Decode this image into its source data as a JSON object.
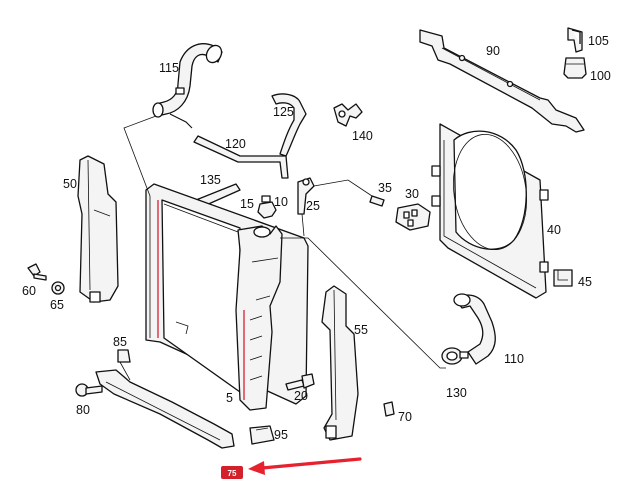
{
  "parts": [
    {
      "id": "p115",
      "label": "115"
    },
    {
      "id": "p125",
      "label": "125"
    },
    {
      "id": "p120",
      "label": "120"
    },
    {
      "id": "p140",
      "label": "140"
    },
    {
      "id": "p90",
      "label": "90"
    },
    {
      "id": "p105",
      "label": "105"
    },
    {
      "id": "p100",
      "label": "100"
    },
    {
      "id": "p135",
      "label": "135"
    },
    {
      "id": "p15",
      "label": "15"
    },
    {
      "id": "p10",
      "label": "10"
    },
    {
      "id": "p25",
      "label": "25"
    },
    {
      "id": "p35",
      "label": "35"
    },
    {
      "id": "p30",
      "label": "30"
    },
    {
      "id": "p50",
      "label": "50"
    },
    {
      "id": "p40",
      "label": "40"
    },
    {
      "id": "p45",
      "label": "45"
    },
    {
      "id": "p60",
      "label": "60"
    },
    {
      "id": "p65",
      "label": "65"
    },
    {
      "id": "p55",
      "label": "55"
    },
    {
      "id": "p85",
      "label": "85"
    },
    {
      "id": "p110",
      "label": "110"
    },
    {
      "id": "p130",
      "label": "130"
    },
    {
      "id": "p20",
      "label": "20"
    },
    {
      "id": "p80",
      "label": "80"
    },
    {
      "id": "p5",
      "label": "5"
    },
    {
      "id": "p70",
      "label": "70"
    },
    {
      "id": "p95",
      "label": "95"
    }
  ],
  "callout": {
    "label": "75",
    "arrow_color": "#e8212e",
    "badge_color": "#d4202a"
  },
  "colors": {
    "line": "#111111",
    "highlight": "#e05a6a",
    "background": "#ffffff"
  }
}
